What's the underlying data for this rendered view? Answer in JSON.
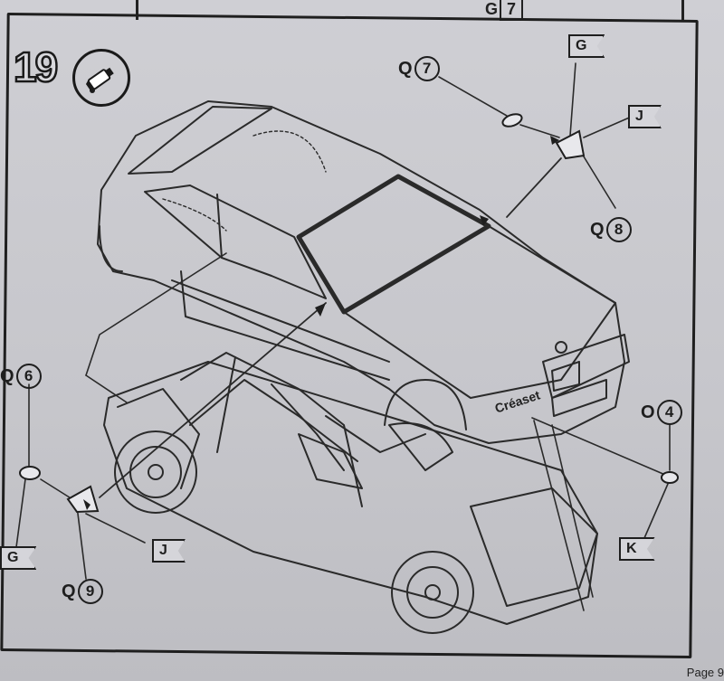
{
  "header": {
    "prefix": "G",
    "box": "7"
  },
  "step": {
    "number": "19"
  },
  "callouts": {
    "q7": {
      "letter": "Q",
      "num": "7"
    },
    "q8": {
      "letter": "Q",
      "num": "8"
    },
    "q6": {
      "letter": "Q",
      "num": "6"
    },
    "q9": {
      "letter": "Q",
      "num": "9"
    },
    "o4": {
      "letter": "O",
      "num": "4"
    }
  },
  "flags": {
    "g_top": "G",
    "j_top": "J",
    "g_left": "G",
    "j_left": "J",
    "k_right": "K"
  },
  "car": {
    "brand_text": "Créaset"
  },
  "footer": {
    "page": "Page 9"
  },
  "icons": {
    "glue": "glue-tube-icon"
  },
  "colors": {
    "ink": "#1e1e1e",
    "paper": "#c9c9ce"
  }
}
